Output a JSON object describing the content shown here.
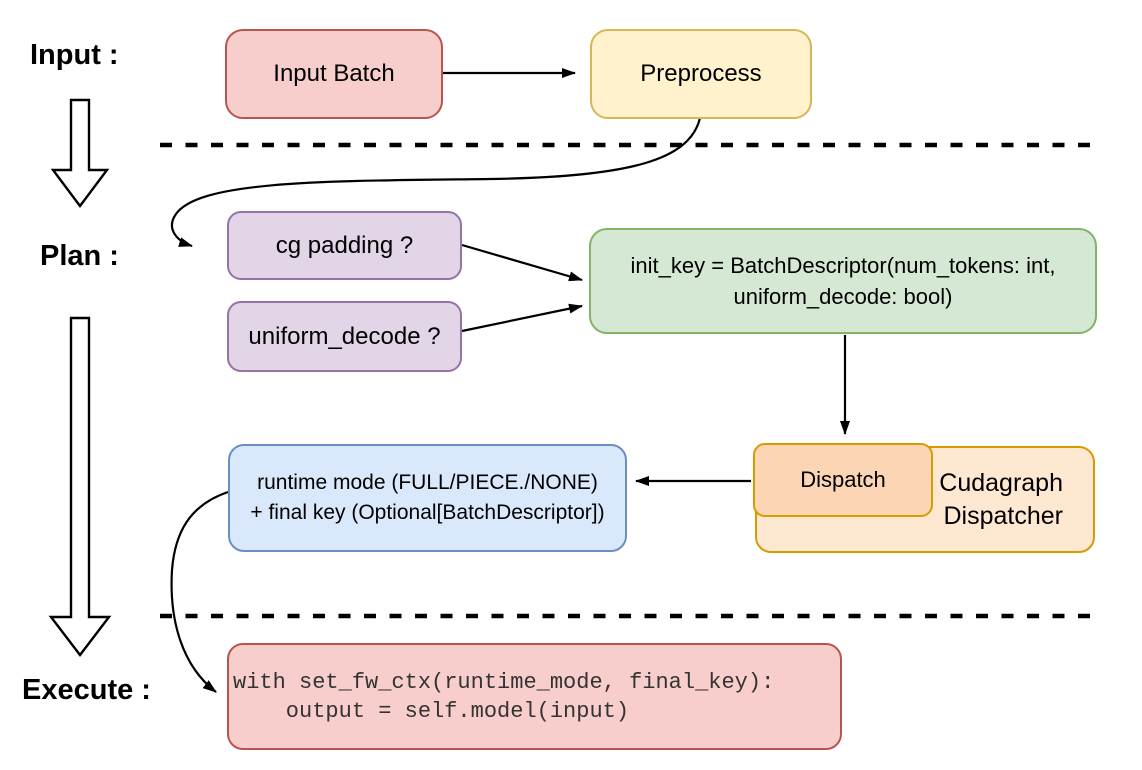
{
  "stages": {
    "input": "Input :",
    "plan": "Plan :",
    "execute": "Execute :"
  },
  "nodes": {
    "input_batch": {
      "label": "Input Batch"
    },
    "preprocess": {
      "label": "Preprocess"
    },
    "cg_padding": {
      "label": "cg padding ?"
    },
    "uniform_decode": {
      "label": "uniform_decode ?"
    },
    "init_key": {
      "line1": "init_key = BatchDescriptor(num_tokens: int,",
      "line2": "uniform_decode: bool)"
    },
    "dispatch": {
      "label": "Dispatch"
    },
    "cudagraph_dispatcher": {
      "line1": "Cudagraph",
      "line2": "Dispatcher"
    },
    "runtime_mode": {
      "line1": "runtime mode (FULL/PIECE./NONE)",
      "line2": "+ final key (Optional[BatchDescriptor])"
    },
    "execute_code": {
      "line1": "with set_fw_ctx(runtime_mode, final_key):",
      "line2": "    output = self.model(input)"
    }
  },
  "colors": {
    "red_fill": "#f8cecc",
    "red_border": "#b85450",
    "yellow_fill": "#fff2cc",
    "yellow_border": "#d6b656",
    "purple_fill": "#e1d5e7",
    "purple_border": "#9673a6",
    "green_fill": "#d5e8d4",
    "green_border": "#82b366",
    "orange_outer_fill": "#ffe8d1",
    "orange_inner_fill": "#fcd5b4",
    "orange_border": "#d79b00",
    "blue_fill": "#dae8fc",
    "blue_border": "#6c8ebf",
    "connector": "#000000",
    "code_text": "#333333"
  }
}
